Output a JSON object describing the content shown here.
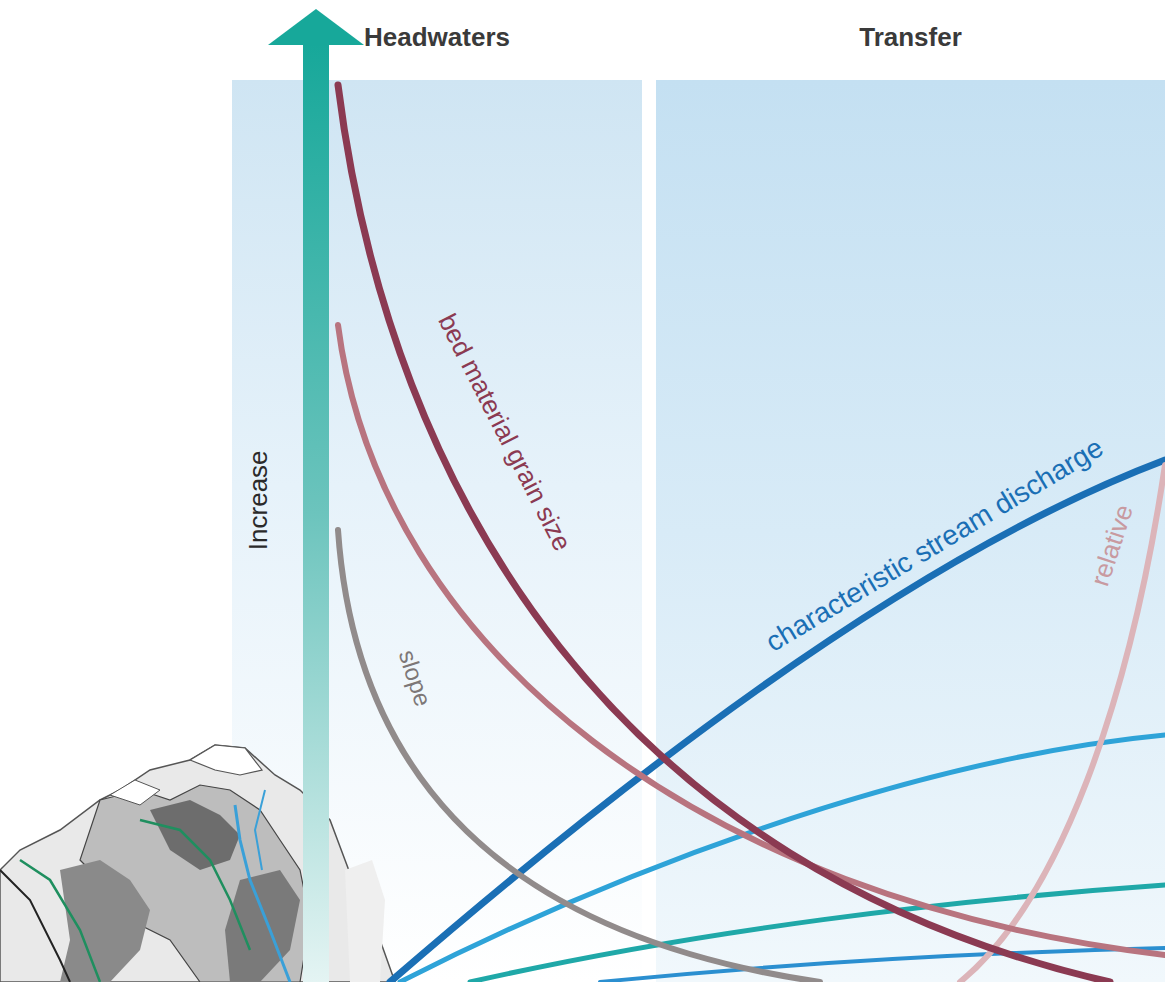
{
  "diagram": {
    "nodes": [
      {
        "text": [
          "Headwaters"
        ]
      },
      {
        "text": [
          "Transfer"
        ]
      }
    ],
    "labels": [
      "Increase",
      "bed material grain size",
      "slope",
      "characteristic stream discharge",
      "relative"
    ]
  }
}
